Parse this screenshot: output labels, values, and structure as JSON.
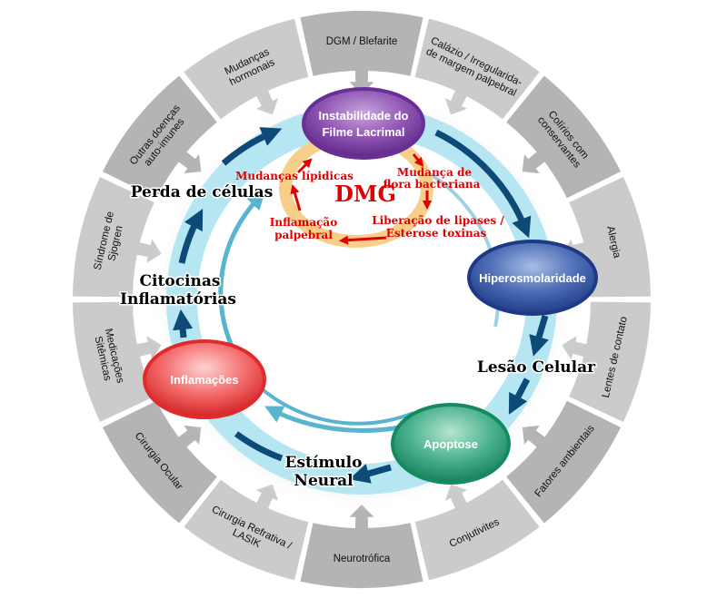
{
  "colors": {
    "segment_dark": "#b4b4b4",
    "segment_light": "#cbcbcb",
    "ring_blue": "#b6e6f2",
    "arrow_dark": "#0d4a78",
    "arrow_light": "#5ab4d0",
    "dmg_ring": "#f8cf8a",
    "dmg_red": "#e00000",
    "node_instabilidade": "#7a3aa0",
    "node_hiperosmolaridade": "#2f4f98",
    "node_apoptose": "#1f9a72",
    "node_inflamacoes": "#e9393b"
  },
  "outer_segments": [
    {
      "lines": [
        "DGM / Blefarite"
      ],
      "shade": "dark"
    },
    {
      "lines": [
        "Calázio / Irregularida-",
        "de margem palpebral"
      ],
      "shade": "light"
    },
    {
      "lines": [
        "Colírios com",
        "conservantes"
      ],
      "shade": "dark"
    },
    {
      "lines": [
        "Alergia"
      ],
      "shade": "light"
    },
    {
      "lines": [
        "Lentes de contato"
      ],
      "shade": "light"
    },
    {
      "lines": [
        "Fatores ambientais"
      ],
      "shade": "dark"
    },
    {
      "lines": [
        "Conjutivites"
      ],
      "shade": "light"
    },
    {
      "lines": [
        "Neurotrófica"
      ],
      "shade": "dark"
    },
    {
      "lines": [
        "Cirurgia Refrativa /",
        "LASIK"
      ],
      "shade": "light"
    },
    {
      "lines": [
        "Cirurgia Ocular"
      ],
      "shade": "dark"
    },
    {
      "lines": [
        "Medicações",
        "Sitêmicas"
      ],
      "shade": "light"
    },
    {
      "lines": [
        "Síndrome de",
        "Sjogren"
      ],
      "shade": "light"
    },
    {
      "lines": [
        "Outras doenças",
        "auto-imunes"
      ],
      "shade": "dark"
    },
    {
      "lines": [
        "Mudanças",
        "hormonais"
      ],
      "shade": "light"
    }
  ],
  "nodes": {
    "instabilidade": {
      "line1": "Instabilidade do",
      "line2": "Filme Lacrimal"
    },
    "hiperosmolaridade": {
      "label": "Hiperosmolaridade"
    },
    "apoptose": {
      "label": "Apoptose"
    },
    "inflamacoes": {
      "label": "Inflamações"
    }
  },
  "stages": {
    "perda": "Perda de células",
    "citocinas_1": "Citocinas",
    "citocinas_2": "Inflamatórias",
    "lesao": "Lesão Celular",
    "estimulo_1": "Estímulo",
    "estimulo_2": "Neural"
  },
  "dmg": {
    "title": "DMG",
    "mudancas_lipidicas": "Mudanças lípidicas",
    "mudanca_flora_1": "Mudança de",
    "mudanca_flora_2": "flora bacteriana",
    "liberacao_1": "Liberação de lipases /",
    "liberacao_2": "Esterose toxinas",
    "inflamacao_1": "Inflamação",
    "inflamacao_2": "palpebral"
  }
}
